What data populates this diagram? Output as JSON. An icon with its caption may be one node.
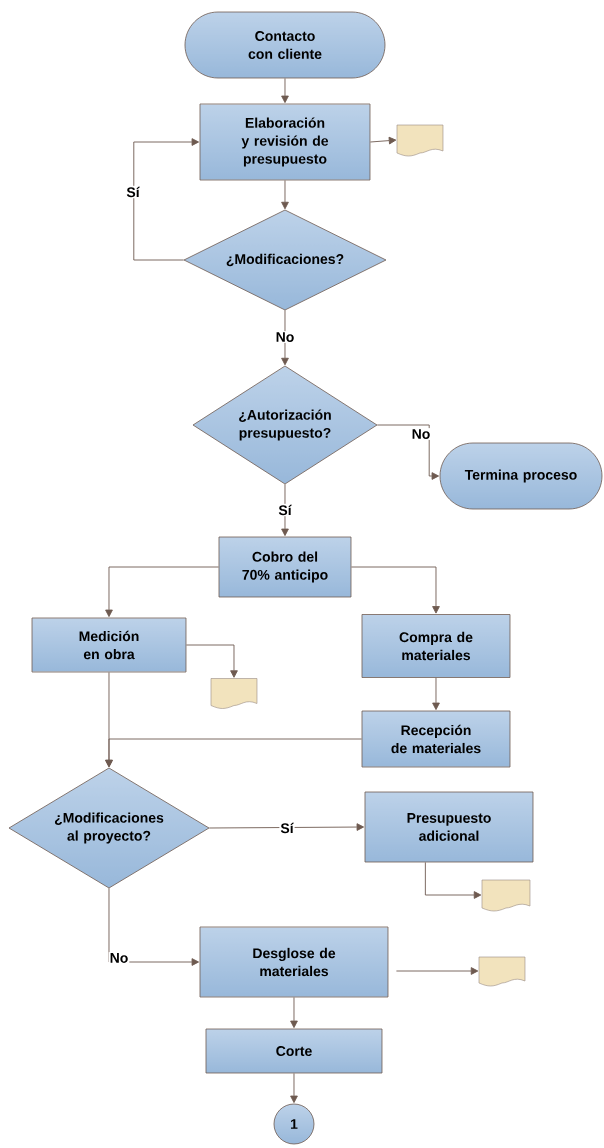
{
  "diagram": {
    "nodes": [
      {
        "text": [
          "Contacto con cliente"
        ]
      },
      {
        "text": [
          "Elaboración y revisión de presupuesto"
        ]
      },
      {
        "text": [],
        "shape": "document"
      },
      {
        "text": [
          "¿Modificaciones?"
        ]
      },
      {
        "text": [
          "¿Autorización presupuesto?"
        ]
      },
      {
        "text": [
          "Termina proceso"
        ]
      },
      {
        "text": [
          "Cobro del 70% anticipo"
        ]
      },
      {
        "text": [
          "Medición en obra"
        ]
      },
      {
        "text": [],
        "shape": "document"
      },
      {
        "text": [
          "Compra de materiales"
        ]
      },
      {
        "text": [
          "Recepción de materiales"
        ]
      },
      {
        "text": [
          "¿Modificaciones al proyecto?"
        ]
      },
      {
        "text": [
          "Presupuesto adicional"
        ]
      },
      {
        "text": [],
        "shape": "document"
      },
      {
        "text": [
          "Desglose de materiales"
        ]
      },
      {
        "text": [],
        "shape": "document"
      },
      {
        "text": [
          "Corte"
        ]
      },
      {
        "text": [
          "1"
        ]
      }
    ],
    "edges": [
      {
        "from": 0,
        "to": 1,
        "arrow": "to"
      },
      {
        "from": 1,
        "to": 2,
        "arrow": "to"
      },
      {
        "from": 1,
        "to": 3,
        "arrow": "to"
      },
      {
        "from": 3,
        "to": 1,
        "label": "Sí",
        "arrow": "to"
      },
      {
        "from": 3,
        "to": 4,
        "label": "No",
        "arrow": "to"
      },
      {
        "from": 4,
        "to": 5,
        "label": "No",
        "arrow": "to"
      },
      {
        "from": 4,
        "to": 6,
        "label": "Sí",
        "arrow": "to"
      },
      {
        "from": 6,
        "to": 7,
        "arrow": "to"
      },
      {
        "from": 6,
        "to": 9,
        "arrow": "to"
      },
      {
        "from": 7,
        "to": 8,
        "arrow": "to"
      },
      {
        "from": 9,
        "to": 10,
        "arrow": "to"
      },
      {
        "from": 7,
        "to": 11,
        "arrow": "to"
      },
      {
        "from": 10,
        "to": 11,
        "arrow": "to"
      },
      {
        "from": 11,
        "to": 12,
        "label": "Sí",
        "arrow": "to"
      },
      {
        "from": 12,
        "to": 13,
        "arrow": "to"
      },
      {
        "from": 11,
        "to": 14,
        "label": "No",
        "arrow": "to"
      },
      {
        "from": 14,
        "to": 15,
        "arrow": "to"
      },
      {
        "from": 14,
        "to": 16,
        "arrow": "to"
      },
      {
        "from": 16,
        "to": 17,
        "arrow": "to"
      }
    ]
  }
}
